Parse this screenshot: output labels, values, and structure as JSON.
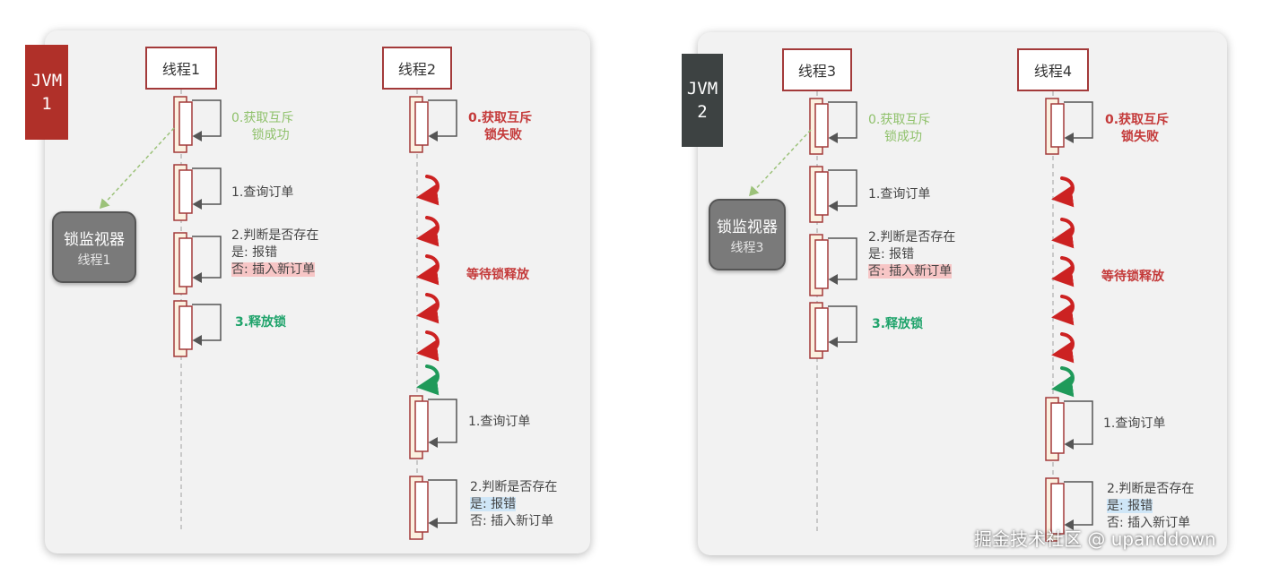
{
  "jvm1": {
    "tag_line1": "JVM",
    "tag_line2": "1",
    "tag_color": "#b03029",
    "thread_a": "线程1",
    "thread_b": "线程2",
    "monitor_title": "锁监视器",
    "monitor_sub": "线程1",
    "a_step0_line1": "0.获取互斥",
    "a_step0_line2": "锁成功",
    "a_step1": "1.查询订单",
    "a_step2_line1": "2.判断是否存在",
    "a_step2_line2": "是: 报错",
    "a_step2_line3": "否: 插入新订单",
    "a_step3": "3.释放锁",
    "b_step0_line1": "0.获取互斥",
    "b_step0_line2": "锁失败",
    "b_wait": "等待锁释放",
    "b_step1": "1.查询订单",
    "b_step2_line1": "2.判断是否存在",
    "b_step2_line2": "是: 报错",
    "b_step2_line3": "否: 插入新订单"
  },
  "jvm2": {
    "tag_line1": "JVM",
    "tag_line2": "2",
    "tag_color": "#3d4242",
    "thread_a": "线程3",
    "thread_b": "线程4",
    "monitor_title": "锁监视器",
    "monitor_sub": "线程3",
    "a_step0_line1": "0.获取互斥",
    "a_step0_line2": "锁成功",
    "a_step1": "1.查询订单",
    "a_step2_line1": "2.判断是否存在",
    "a_step2_line2": "是: 报错",
    "a_step2_line3": "否: 插入新订单",
    "a_step3": "3.释放锁",
    "b_step0_line1": "0.获取互斥",
    "b_step0_line2": "锁失败",
    "b_wait": "等待锁释放",
    "b_step1": "1.查询订单",
    "b_step2_line1": "2.判断是否存在",
    "b_step2_line2": "是: 报错",
    "b_step2_line3": "否: 插入新订单"
  },
  "colors": {
    "activation_border": "#a33a3a",
    "activation_fill": "#fbf1e0",
    "wait_arrow_red": "#cc2222",
    "wait_arrow_green": "#1f9a5a",
    "dashed_green": "#9cc27a"
  },
  "watermark": "掘金技术社区 @ upanddown"
}
